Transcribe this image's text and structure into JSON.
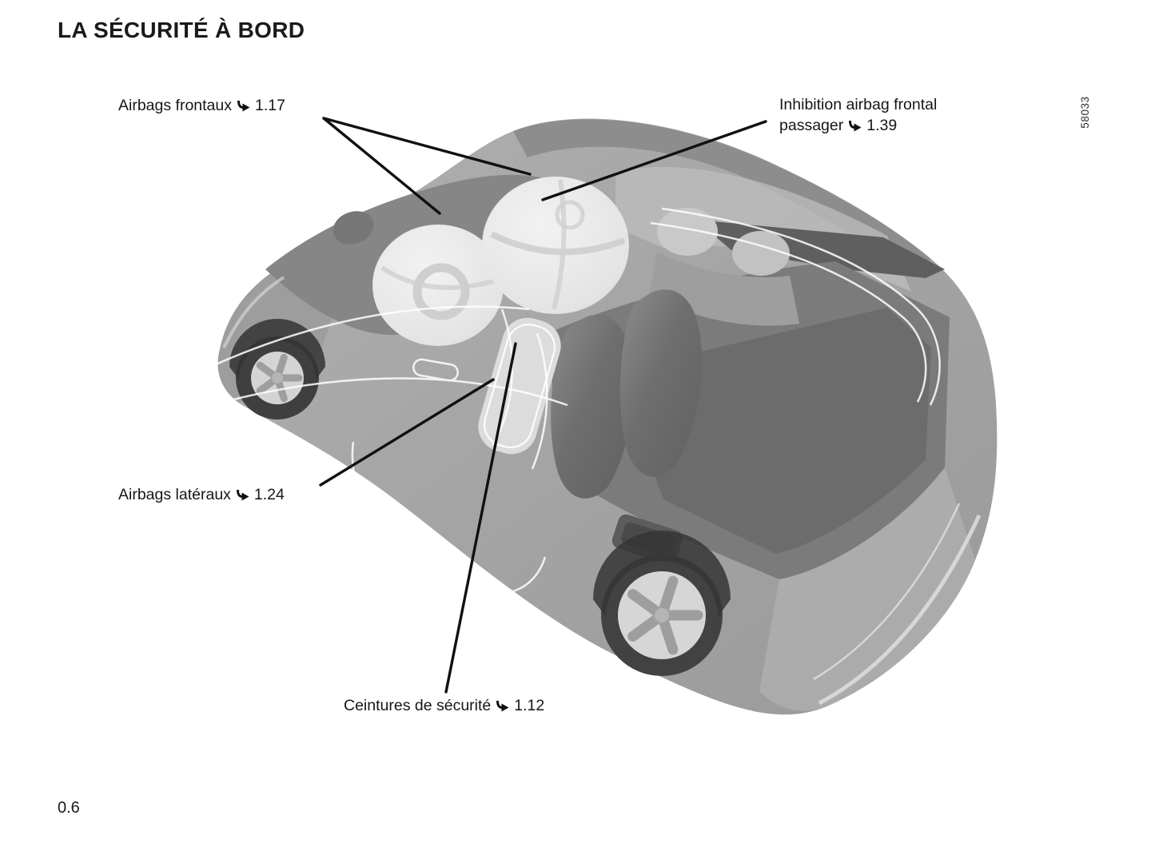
{
  "page": {
    "title": "LA SÉCURITÉ À BORD",
    "page_number": "0.6"
  },
  "figure": {
    "image_code": "58033",
    "callouts": {
      "front_airbags": {
        "label": "Airbags frontaux",
        "ref": "1.17"
      },
      "passenger_airbag_inhibition": {
        "label": "Inhibition airbag frontal passager",
        "ref": "1.39"
      },
      "side_airbags": {
        "label": "Airbags latéraux",
        "ref": "1.24"
      },
      "seat_belts": {
        "label": "Ceintures de sécurité",
        "ref": "1.12"
      }
    }
  },
  "colors": {
    "text": "#1a1a1a",
    "leader_line": "#111111",
    "car_body": "#a6a6a6",
    "car_dark_panel": "#8a8a8a",
    "airbag": "#e7e7e7",
    "tire": "#424242",
    "rim": "#d5d5d5"
  }
}
